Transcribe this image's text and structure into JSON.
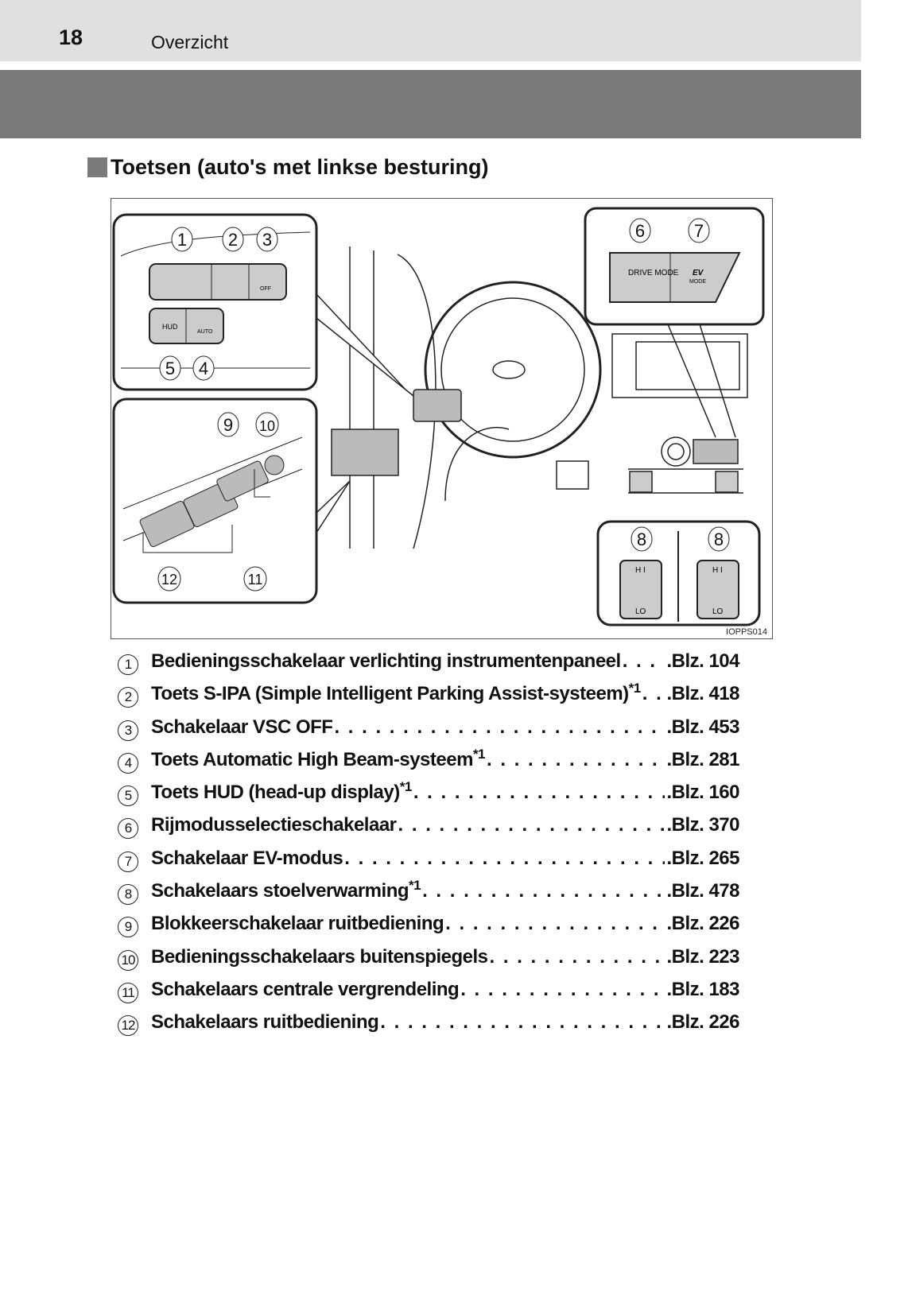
{
  "header": {
    "page_number": "18",
    "chapter": "Overzicht"
  },
  "section_title": "Toetsen (auto's met linkse besturing)",
  "figure": {
    "code": "IOPPS014",
    "callouts": [
      "1",
      "2",
      "3",
      "4",
      "5",
      "6",
      "7",
      "8",
      "9",
      "10",
      "11",
      "12"
    ],
    "button_labels": {
      "hud": "HUD",
      "auto": "AUTO",
      "off": "OFF",
      "drive_mode": "DRIVE MODE",
      "ev": "EV",
      "ev_mode": "MODE",
      "hi": "H I",
      "lo": "LO"
    }
  },
  "items": [
    {
      "n": "1",
      "label": "Bedieningsschakelaar verlichting instrumentenpaneel",
      "sup": "",
      "page": ".Blz. 104"
    },
    {
      "n": "2",
      "label": "Toets S-IPA (Simple Intelligent Parking Assist-systeem)",
      "sup": "*1",
      "page": ".Blz. 418"
    },
    {
      "n": "3",
      "label": "Schakelaar VSC OFF",
      "sup": "",
      "page": ".Blz. 453"
    },
    {
      "n": "4",
      "label": "Toets Automatic High Beam-systeem",
      "sup": "*1",
      "page": ".Blz. 281"
    },
    {
      "n": "5",
      "label": "Toets HUD (head-up display)",
      "sup": "*1",
      "page": ".Blz. 160"
    },
    {
      "n": "6",
      "label": "Rijmodusselectieschakelaar",
      "sup": "",
      "page": ".Blz. 370"
    },
    {
      "n": "7",
      "label": "Schakelaar EV-modus",
      "sup": "",
      "page": ".Blz. 265"
    },
    {
      "n": "8",
      "label": "Schakelaars stoelverwarming",
      "sup": "*1",
      "page": ".Blz. 478"
    },
    {
      "n": "9",
      "label": "Blokkeerschakelaar ruitbediening",
      "sup": "",
      "page": ".Blz. 226"
    },
    {
      "n": "10",
      "label": "Bedieningsschakelaars buitenspiegels",
      "sup": "",
      "page": ".Blz. 223"
    },
    {
      "n": "11",
      "label": "Schakelaars centrale vergrendeling",
      "sup": "",
      "page": ".Blz. 183"
    },
    {
      "n": "12",
      "label": "Schakelaars ruitbediening",
      "sup": "",
      "page": ".Blz. 226"
    }
  ]
}
